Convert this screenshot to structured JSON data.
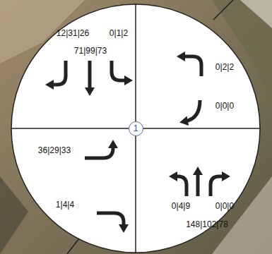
{
  "diagram": {
    "nodes": [
      {
        "text": [
          "1"
        ]
      }
    ],
    "labels": [
      "12|31|26",
      "0|1|2",
      "71|99|73",
      "0|2|2",
      "0|0|0",
      "36|29|33",
      "0|4|9",
      "0|0|0",
      "148|102|78",
      "1|4|4"
    ]
  }
}
